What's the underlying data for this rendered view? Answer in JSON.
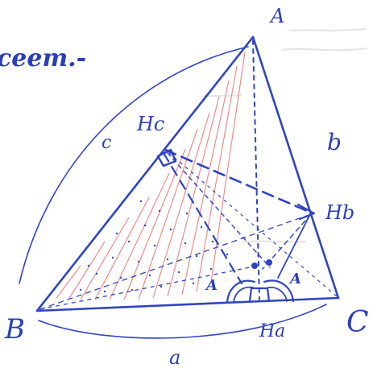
{
  "sketch": {
    "top_text": "ceem.-",
    "vertices": {
      "A": "A",
      "B": "B",
      "C": "C"
    },
    "sides": {
      "a": "a",
      "b": "b",
      "c": "c"
    },
    "feet": {
      "Ha": "Ha",
      "Hb": "Hb",
      "Hc": "Hc"
    },
    "angle_labels": {
      "left": "A",
      "right": "A"
    },
    "colors": {
      "ink": "#2f44c2",
      "hatch": "#f08a8a",
      "faint_background": "#e3e3e3"
    }
  }
}
